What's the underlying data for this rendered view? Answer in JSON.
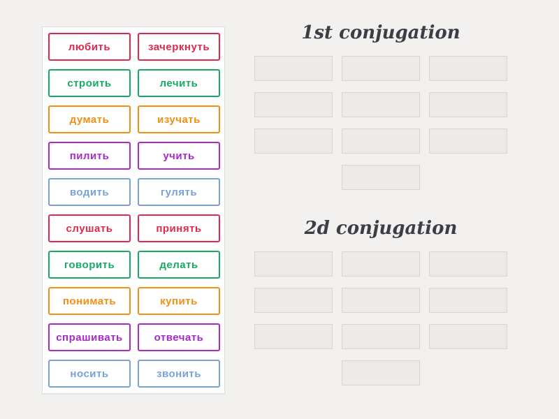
{
  "palette": {
    "red": "#df2a4d",
    "green": "#17a965",
    "orange": "#f29013",
    "purple": "#a82bc9",
    "blue": "#7aa1d8"
  },
  "word_bank": {
    "tiles": [
      {
        "label": "любить",
        "color": "red"
      },
      {
        "label": "зачеркнуть",
        "color": "red"
      },
      {
        "label": "строить",
        "color": "green"
      },
      {
        "label": "лечить",
        "color": "green"
      },
      {
        "label": "думать",
        "color": "orange"
      },
      {
        "label": "изучать",
        "color": "orange"
      },
      {
        "label": "пилить",
        "color": "purple"
      },
      {
        "label": "учить",
        "color": "purple"
      },
      {
        "label": "водить",
        "color": "blue"
      },
      {
        "label": "гулять",
        "color": "blue"
      },
      {
        "label": "слушать",
        "color": "red"
      },
      {
        "label": "принять",
        "color": "red"
      },
      {
        "label": "говорить",
        "color": "green"
      },
      {
        "label": "делать",
        "color": "green"
      },
      {
        "label": "понимать",
        "color": "orange"
      },
      {
        "label": "купить",
        "color": "orange"
      },
      {
        "label": "спрашивать",
        "color": "purple"
      },
      {
        "label": "отвечать",
        "color": "purple"
      },
      {
        "label": "носить",
        "color": "blue"
      },
      {
        "label": "звонить",
        "color": "blue"
      }
    ]
  },
  "groups": [
    {
      "title": "1st conjugation",
      "slots": 10
    },
    {
      "title": "2d conjugation",
      "slots": 10
    }
  ]
}
